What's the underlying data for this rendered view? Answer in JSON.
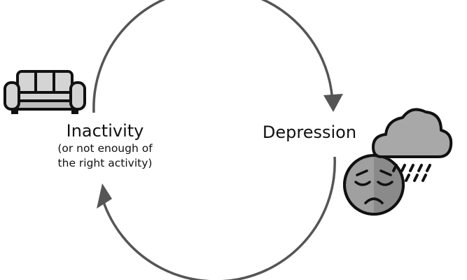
{
  "nodes": {
    "inactivity": {
      "title": "Inactivity",
      "subtitle_line1": "(or not enough of",
      "subtitle_line2": "the right activity)",
      "icon": "sofa-icon"
    },
    "depression": {
      "title": "Depression",
      "icons": [
        "rain-cloud-icon",
        "sad-face-icon"
      ]
    }
  },
  "edges": [
    {
      "from": "inactivity",
      "to": "depression",
      "direction": "clockwise-top"
    },
    {
      "from": "depression",
      "to": "inactivity",
      "direction": "clockwise-bottom"
    }
  ],
  "colors": {
    "arrow": "#555555",
    "outline": "#111111",
    "cloud_fill": "#a8a8a8",
    "face_fill": "#a0a0a0",
    "face_dark": "#8a8a8a",
    "sofa_fill": "#d4d4d4"
  }
}
